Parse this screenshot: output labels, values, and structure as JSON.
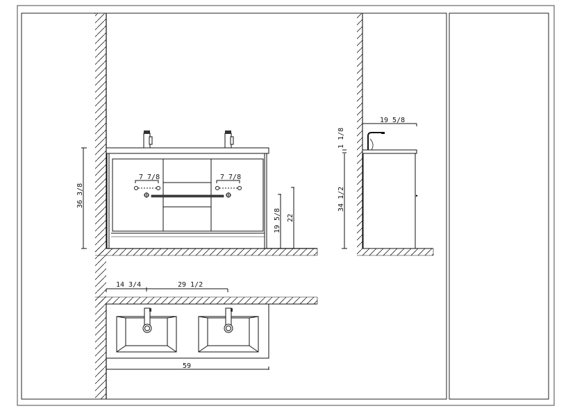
{
  "sheet": {
    "title": "Double vanity technical drawing",
    "views": [
      "front-elevation",
      "side-elevation",
      "top-plan",
      "blank-title-panel"
    ]
  },
  "front_elevation": {
    "overall_height": "36 3/8",
    "left_handle_spacing": "7 7/8",
    "right_handle_spacing": "7 7/8",
    "plumbing_height_1": "19 5/8",
    "plumbing_height_2": "22"
  },
  "side_elevation": {
    "depth": "19 5/8",
    "top_thickness": "1 1/8",
    "cabinet_height": "34 1/2"
  },
  "top_plan": {
    "wall_to_first_faucet": "14 3/4",
    "faucet_spacing": "29 1/2",
    "overall_width": "59"
  },
  "colors": {
    "line": "#111111",
    "background": "#ffffff",
    "frame": "#666666"
  }
}
